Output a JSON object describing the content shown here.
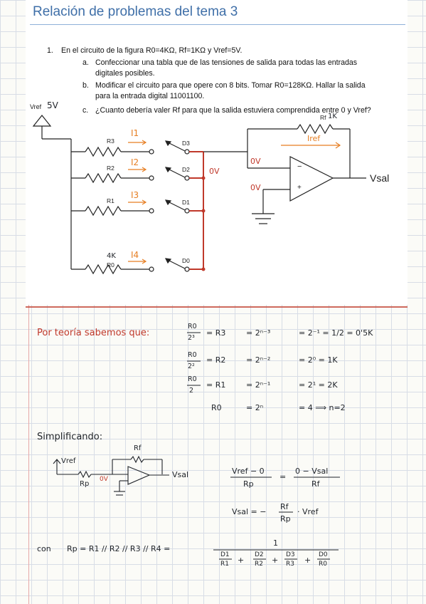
{
  "title": "Relación de problemas del tema 3",
  "problem": {
    "number": "1.",
    "statement": "En el circuito de la figura R0=4KΩ, Rf=1KΩ y Vref=5V.",
    "items": [
      {
        "label": "a.",
        "lines": [
          "Confeccionar una tabla que de las tensiones de salida para todas las entradas",
          "digitales posibles."
        ]
      },
      {
        "label": "b.",
        "lines": [
          "Modificar  el circuito para que opere con 8 bits. Tomar R0=128KΩ. Hallar la salida",
          "para la entrada digital 11001100."
        ]
      },
      {
        "label": "c.",
        "lines": [
          "¿Cuanto debería valer Rf para que la salida estuviera comprendida entre 0 y Vref?"
        ]
      }
    ]
  },
  "circuit": {
    "vref_label": "Vref",
    "vref_value": "5V",
    "resistors": [
      "R3",
      "R2",
      "R1",
      "R0"
    ],
    "switches": [
      "D3",
      "D2",
      "D1",
      "D0"
    ],
    "currents": [
      "I1",
      "I2",
      "I3",
      "I4"
    ],
    "rf_label": "Rf",
    "rf_value": "1K",
    "r0_value": "4K",
    "iref": "Iref",
    "zero_v": "0V",
    "zero_v_minus": "0V",
    "zero_v_plus": "0V",
    "minus": "−",
    "plus": "+",
    "output": "Vsal"
  },
  "notes": {
    "intro": "Por teoría sabemos que:",
    "rows": [
      {
        "frac_top": "R0",
        "frac_bot": "2³",
        "res": "= R3",
        "pow": "= 2ⁿ⁻³",
        "val": "= 2⁻¹ = 1/2 = 0'5K"
      },
      {
        "frac_top": "R0",
        "frac_bot": "2²",
        "res": "= R2",
        "pow": "= 2ⁿ⁻²",
        "val": "= 2⁰ = 1K"
      },
      {
        "frac_top": "R0",
        "frac_bot": "2",
        "res": "= R1",
        "pow": "= 2ⁿ⁻¹",
        "val": "= 2¹ = 2K"
      },
      {
        "frac_top": "",
        "frac_bot": "",
        "res": "R0",
        "pow": "= 2ⁿ",
        "val": "= 4 ⟹ n=2"
      }
    ],
    "simplify": "Simplificando:",
    "s_vref": "Vref",
    "s_rf": "Rf",
    "s_rp": "Rp",
    "s_0v": "0V",
    "s_vsal": "Vsal",
    "eq1_left_top": "Vref − 0",
    "eq1_left_bot": "Rp",
    "eq1_eq": "=",
    "eq1_right_top": "0 − Vsal",
    "eq1_right_bot": "Rf",
    "eq2_left": "Vsal = −",
    "eq2_frac_top": "Rf",
    "eq2_frac_bot": "Rp",
    "eq2_right": "· Vref",
    "con": "con",
    "rp_expr": "Rp = R1 // R2 // R3 // R4 =",
    "rp_num": "1",
    "rp_terms": [
      {
        "top": "D1",
        "bot": "R1"
      },
      {
        "top": "D2",
        "bot": "R2"
      },
      {
        "top": "D3",
        "bot": "R3"
      },
      {
        "top": "D0",
        "bot": "R0"
      }
    ]
  }
}
